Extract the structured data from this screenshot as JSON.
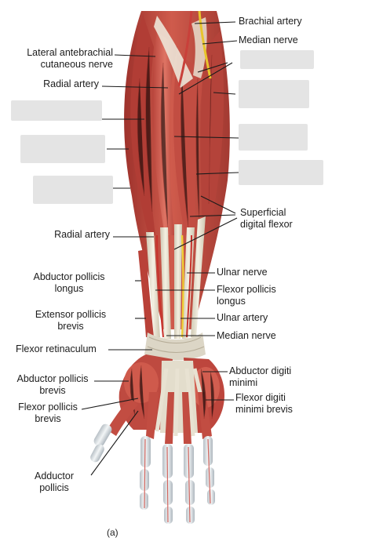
{
  "labels": {
    "brachial_artery": "Brachial artery",
    "median_nerve_top": "Median nerve",
    "lateral_antebrachial_line1": "Lateral antebrachial",
    "lateral_antebrachial_line2": "cutaneous nerve",
    "radial_artery_top": "Radial artery",
    "superficial_digital_flexor_line1": "Superficial",
    "superficial_digital_flexor_line2": "digital flexor",
    "radial_artery_mid": "Radial artery",
    "abductor_pollicis_longus_line1": "Abductor pollicis",
    "abductor_pollicis_longus_line2": "longus",
    "ulnar_nerve": "Ulnar nerve",
    "flexor_pollicis_longus_line1": "Flexor pollicis",
    "flexor_pollicis_longus_line2": "longus",
    "extensor_pollicis_brevis_line1": "Extensor pollicis",
    "extensor_pollicis_brevis_line2": "brevis",
    "ulnar_artery": "Ulnar artery",
    "median_nerve_bottom": "Median nerve",
    "flexor_retinaculum": "Flexor retinaculum",
    "abductor_digiti_minimi_line1": "Abductor digiti",
    "abductor_digiti_minimi_line2": "minimi",
    "abductor_pollicis_brevis_line1": "Abductor pollicis",
    "abductor_pollicis_brevis_line2": "brevis",
    "flexor_digiti_minimi_brevis_line1": "Flexor digiti",
    "flexor_digiti_minimi_brevis_line2": "minimi brevis",
    "flexor_pollicis_brevis_line1": "Flexor pollicis",
    "flexor_pollicis_brevis_line2": "brevis",
    "adductor_pollicis_line1": "Adductor",
    "adductor_pollicis_line2": "pollicis"
  },
  "caption": "(a)",
  "colors": {
    "muscle": "#c0473d",
    "muscle_dark": "#8f2a26",
    "muscle_light": "#d9685a",
    "tendon": "#e9e4d2",
    "nerve": "#f2d23a",
    "bone": "#e8ecee",
    "blank_box": "#e4e4e4"
  }
}
